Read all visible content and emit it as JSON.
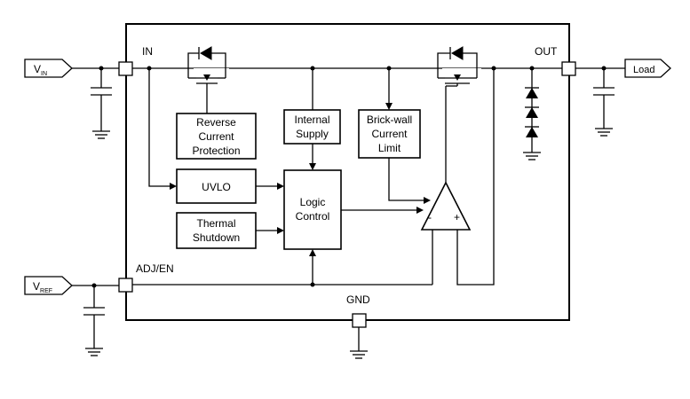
{
  "pins": {
    "in": "IN",
    "out": "OUT",
    "adj_en": "ADJ/EN",
    "gnd": "GND"
  },
  "sources": {
    "vin": {
      "main": "V",
      "sub": "IN"
    },
    "vref": {
      "main": "V",
      "sub": "REF"
    },
    "load": "Load"
  },
  "blocks": {
    "reverse_current": [
      "Reverse",
      "Current",
      "Protection"
    ],
    "internal_supply": [
      "Internal",
      "Supply"
    ],
    "brickwall": [
      "Brick-wall",
      "Current",
      "Limit"
    ],
    "uvlo": "UVLO",
    "thermal": [
      "Thermal",
      "Shutdown"
    ],
    "logic": [
      "Logic",
      "Control"
    ]
  },
  "comparator": {
    "minus": "-",
    "plus": "+"
  }
}
